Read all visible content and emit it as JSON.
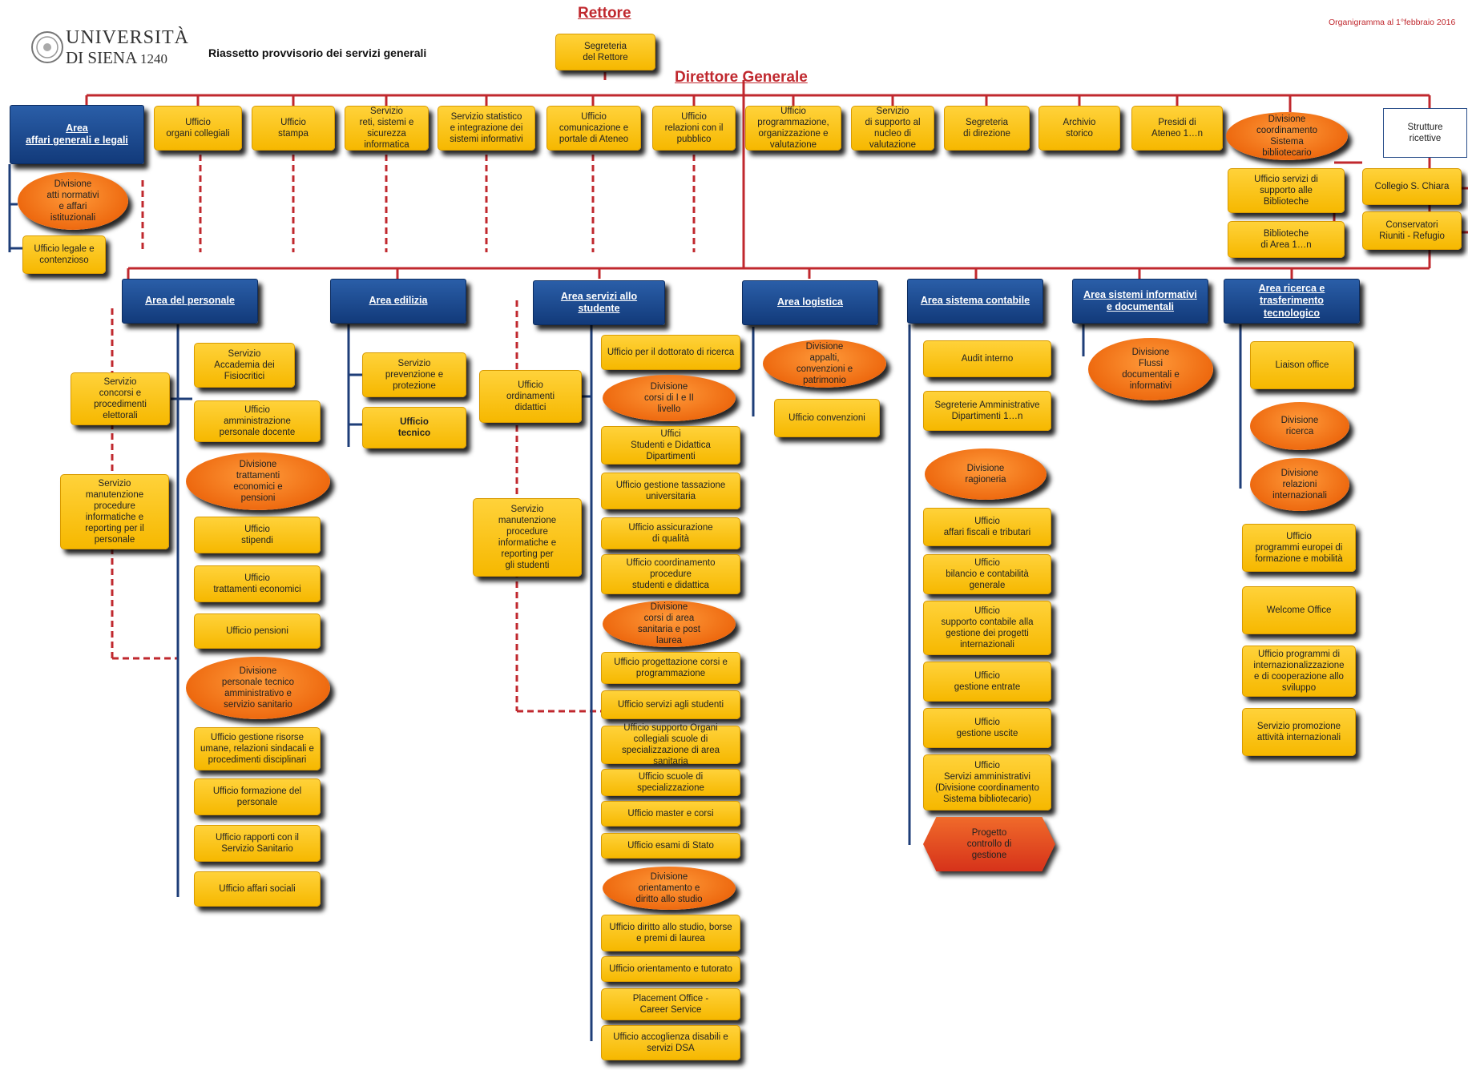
{
  "header": {
    "university_line1": "UNIVERSITÀ",
    "university_line2": "DI SIENA",
    "university_year": "1240",
    "title": "Riassetto provvisorio dei servizi generali",
    "date": "Organigramma al 1°febbraio 2016",
    "rettore": "Rettore",
    "direttore": "Direttore Generale"
  },
  "colors": {
    "line_red": "#c0282e",
    "line_blue": "#1e3e78",
    "box_yellow": "#f6b800",
    "ellipse_orange": "#ee6a10",
    "area_blue": "#1a4a90"
  },
  "nodes": {
    "segreteria_rettore": "Segreteria\ndel Rettore",
    "area_affari": "Area\naffari generali e legali",
    "uff_organi": "Ufficio\norgani collegiali",
    "uff_stampa": "Ufficio\nstampa",
    "serv_reti": "Servizio\nreti, sistemi e\nsicurezza\ninformatica",
    "serv_statistico": "Servizio statistico\ne integrazione dei\nsistemi informativi",
    "uff_comunicazione": "Ufficio\ncomunicazione e\nportale di Ateneo",
    "uff_relazioni": "Ufficio\nrelazioni con il\npubblico",
    "uff_programmazione": "Ufficio\nprogrammazione,\norganizzazione e\nvalutazione",
    "serv_nucleo": "Servizio\ndi supporto al\nnucleo di\nvalutazione",
    "segreteria_direzione": "Segreteria\ndi direzione",
    "archivio": "Archivio\nstorico",
    "presidi": "Presidi di\nAteneo 1…n",
    "div_coord_bib": "Divisione\ncoordinamento\nSistema\nbibliotecario",
    "strutture_ricettive": "Strutture\nricettive",
    "div_atti": "Divisione\natti normativi\ne affari\nistituzionali",
    "uff_legale": "Ufficio legale e\ncontenzioso",
    "uff_servizi_bib": "Ufficio servizi di\nsupporto alle\nBiblioteche",
    "biblioteche_area": "Biblioteche\ndi Area  1…n",
    "collegio": "Collegio S. Chiara",
    "conservatori": "Conservatori\nRiuniti - Refugio",
    "area_personale": "Area del personale",
    "area_edilizia": "Area edilizia",
    "area_studente": "Area servizi allo\nstudente",
    "area_logistica": "Area logistica",
    "area_contabile": "Area sistema contabile",
    "area_sistemi": "Area sistemi informativi\ne documentali",
    "area_ricerca": "Area ricerca e\ntrasferimento\ntecnologico",
    "p_concorsi": "Servizio\nconcorsi e\nprocedimenti\nelettorali",
    "p_manutenzione": "Servizio\nmanutenzione\nprocedure\ninformatiche e\nreporting per il\npersonale",
    "p_accademia": "Servizio\nAccademia dei\nFisiocritici",
    "p_docente": "Ufficio\namministrazione\npersonale docente",
    "p_div_trattamenti": "Divisione\ntrattamenti\neconomici e\npensioni",
    "p_stipendi": "Ufficio\nstipendi",
    "p_trattamenti": "Ufficio\ntrattamenti economici",
    "p_pensioni": "Ufficio pensioni",
    "p_div_tecnico": "Divisione\npersonale tecnico\namministrativo e\nservizio sanitario",
    "p_risorse": "Ufficio gestione risorse\numane, relazioni sindacali e\nprocedimenti disciplinari",
    "p_formazione": "Ufficio formazione del\npersonale",
    "p_sanitario": "Ufficio rapporti con il\nServizio Sanitario",
    "p_sociali": "Ufficio affari sociali",
    "e_prevenzione": "Servizio\nprevenzione e\nprotezione",
    "e_tecnico": "Ufficio\ntecnico",
    "s_ordinamenti": "Ufficio\nordinamenti\ndidattici",
    "s_manutenzione": "Servizio\nmanutenzione\nprocedure\ninformatiche e\nreporting per\ngli studenti",
    "s_dottorato": "Ufficio per il dottorato di ricerca",
    "s_div_corsi": "Divisione\ncorsi di I e II\nlivello",
    "s_studenti_dip": "Uffici\nStudenti e Didattica\nDipartimenti",
    "s_tassazione": "Ufficio gestione tassazione\nuniversitaria",
    "s_qualita": "Ufficio assicurazione\ndi qualità",
    "s_coordinamento": "Ufficio coordinamento\nprocedure\nstudenti e didattica",
    "s_div_sanitaria": "Divisione\ncorsi di area\nsanitaria e post\nlaurea",
    "s_progettazione": "Ufficio progettazione corsi e\nprogrammazione",
    "s_servizi": "Ufficio servizi agli studenti",
    "s_organi": "Ufficio supporto Organi\ncollegiali scuole di\nspecializzazione di area sanitaria",
    "s_scuole": "Ufficio scuole di specializzazione",
    "s_master": "Ufficio master e corsi",
    "s_esami": "Ufficio esami di Stato",
    "s_div_orientamento": "Divisione\norientamento e\ndiritto allo studio",
    "s_diritto": "Ufficio diritto allo studio, borse\ne premi di laurea",
    "s_tutorato": "Ufficio orientamento e tutorato",
    "s_placement": "Placement Office -\nCareer Service",
    "s_disabili": "Ufficio accoglienza disabili e\nservizi DSA",
    "l_div_appalti": "Divisione\nappalti,\nconvenzioni e\npatrimonio",
    "l_convenzioni": "Ufficio convenzioni",
    "c_audit": "Audit interno",
    "c_segreterie": "Segreterie Amministrative\nDipartimenti 1…n",
    "c_div_ragioneria": "Divisione\nragioneria",
    "c_fiscali": "Ufficio\naffari fiscali e tributari",
    "c_bilancio": "Ufficio\nbilancio e contabilità\ngenerale",
    "c_supporto": "Ufficio\nsupporto contabile alla\ngestione dei progetti\ninternazionali",
    "c_entrate": "Ufficio\ngestione entrate",
    "c_uscite": "Ufficio\ngestione uscite",
    "c_servizi": "Ufficio\nServizi amministrativi\n(Divisione coordinamento\nSistema bibliotecario)",
    "c_progetto": "Progetto\ncontrollo di\ngestione",
    "i_div_flussi": "Divisione\nFlussi\ndocumentali e\ninformativi",
    "r_liaison": "Liaison office",
    "r_div_ricerca": "Divisione\nricerca",
    "r_div_relazioni": "Divisione\nrelazioni\ninternazionali",
    "r_programmi": "Ufficio\nprogrammi europei di\nformazione e mobilità",
    "r_welcome": "Welcome Office",
    "r_internaz": "Ufficio programmi di\ninternazionalizzazione\ne di cooperazione allo\nsviluppo",
    "r_promozione": "Servizio promozione\nattività internazionali"
  }
}
